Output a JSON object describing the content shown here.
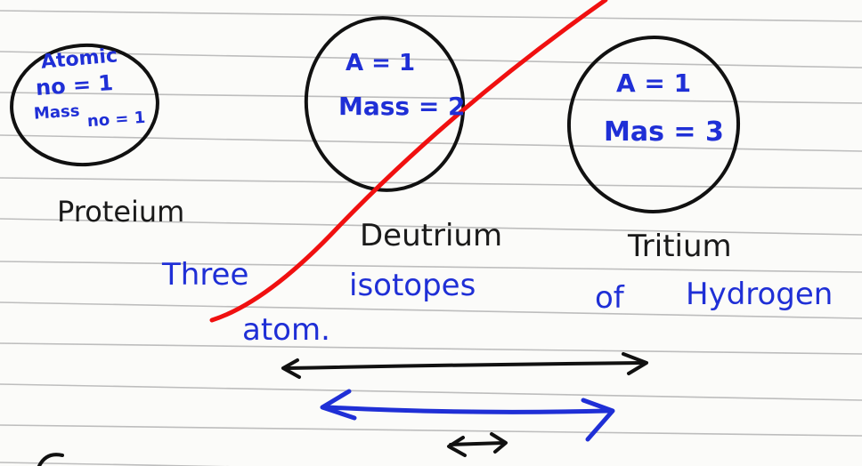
{
  "colors": {
    "paper": "#fbfbf9",
    "rule_line": "#bdbdbd",
    "black_ink": "#1a1a1a",
    "blue_ink": "#1f2fd6",
    "red_ink": "#f01010"
  },
  "isotopes": [
    {
      "name": "Proteium",
      "lines": [
        "Atomic",
        "no = 1",
        "Mass",
        "no = 1"
      ]
    },
    {
      "name": "Deutrium",
      "lines": [
        "A = 1",
        "Mass = 2"
      ]
    },
    {
      "name": "Tritium",
      "lines": [
        "A = 1",
        "Mas = 3"
      ]
    }
  ],
  "caption": {
    "w1": "Three",
    "w2": "isotopes",
    "w3": "of",
    "w4": "Hydrogen",
    "w5": "atom."
  }
}
